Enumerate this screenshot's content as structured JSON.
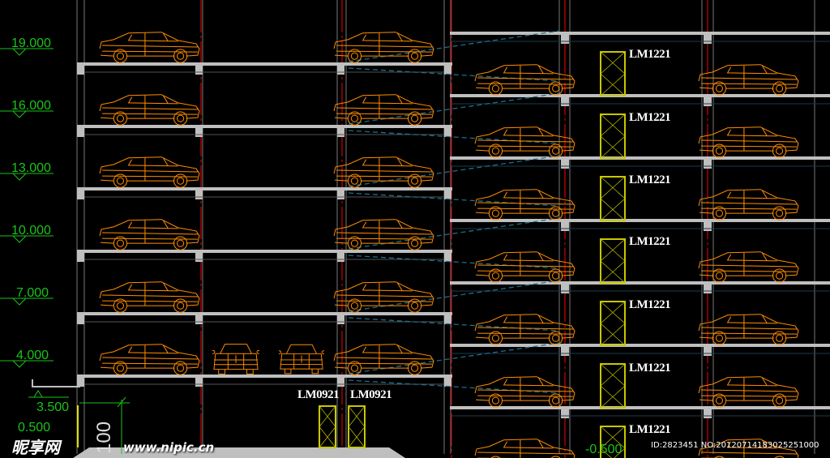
{
  "drawing": {
    "elevations_left": [
      "19.000",
      "16.000",
      "13.000",
      "10.000",
      "7.000",
      "4.000",
      "3.500",
      "0.500"
    ],
    "elevation_right": "-0.500",
    "dimension": "100",
    "doors_ground": [
      "LM0921",
      "LM0921"
    ],
    "doors_right": [
      "LM1221",
      "LM1221",
      "LM1221",
      "LM1221",
      "LM1221",
      "LM1221",
      "LM1221"
    ]
  },
  "watermark": {
    "cn": "昵享网",
    "url": "www.nipic.cn"
  },
  "image_id": "ID:2823451 NO:20120714183025251000",
  "colors": {
    "car": "#ff8c00",
    "slab": "#bfbfbf",
    "axis": "#d00000",
    "level": "#19c419",
    "door": "#c8c800",
    "ramp": "#1b6f8f"
  }
}
